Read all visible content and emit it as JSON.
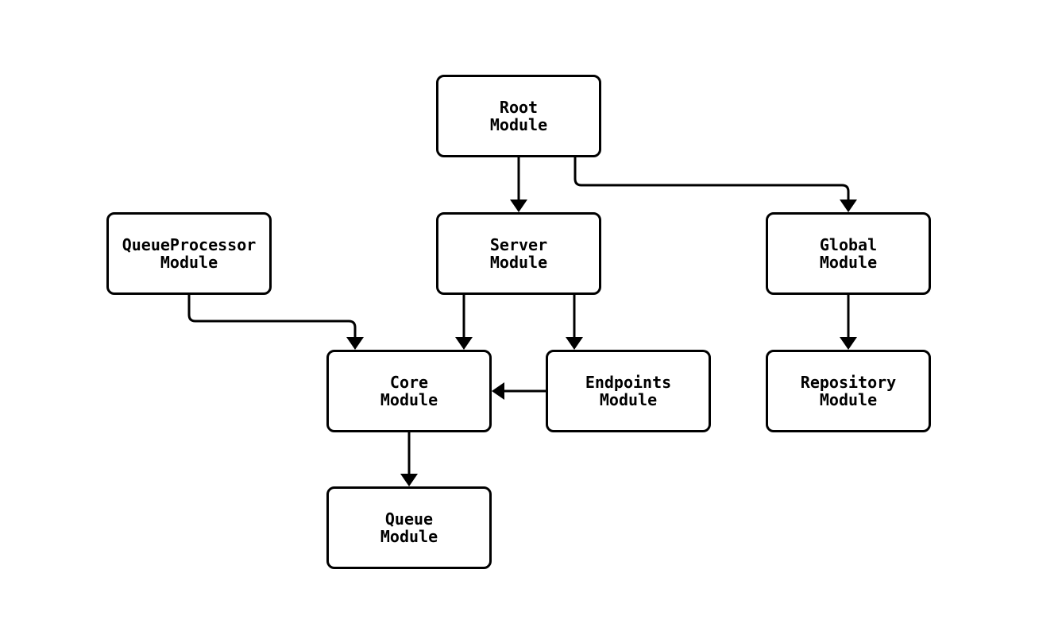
{
  "diagram": {
    "type": "module-dependency-flowchart",
    "background_color": "#ffffff",
    "node_fill_color": "#ffffff",
    "node_border_color": "#000000",
    "edge_color": "#000000",
    "text_color": "#000000",
    "nodes": [
      {
        "id": "root",
        "label": "Root\nModule"
      },
      {
        "id": "server",
        "label": "Server\nModule"
      },
      {
        "id": "global",
        "label": "Global\nModule"
      },
      {
        "id": "queueprocessor",
        "label": "QueueProcessor\nModule"
      },
      {
        "id": "core",
        "label": "Core\nModule"
      },
      {
        "id": "endpoints",
        "label": "Endpoints\nModule"
      },
      {
        "id": "repository",
        "label": "Repository\nModule"
      },
      {
        "id": "queue",
        "label": "Queue\nModule"
      }
    ],
    "edges": [
      {
        "from": "root",
        "to": "server"
      },
      {
        "from": "root",
        "to": "global"
      },
      {
        "from": "queueprocessor",
        "to": "core"
      },
      {
        "from": "server",
        "to": "core"
      },
      {
        "from": "server",
        "to": "endpoints"
      },
      {
        "from": "endpoints",
        "to": "core"
      },
      {
        "from": "core",
        "to": "queue"
      },
      {
        "from": "global",
        "to": "repository"
      }
    ]
  }
}
